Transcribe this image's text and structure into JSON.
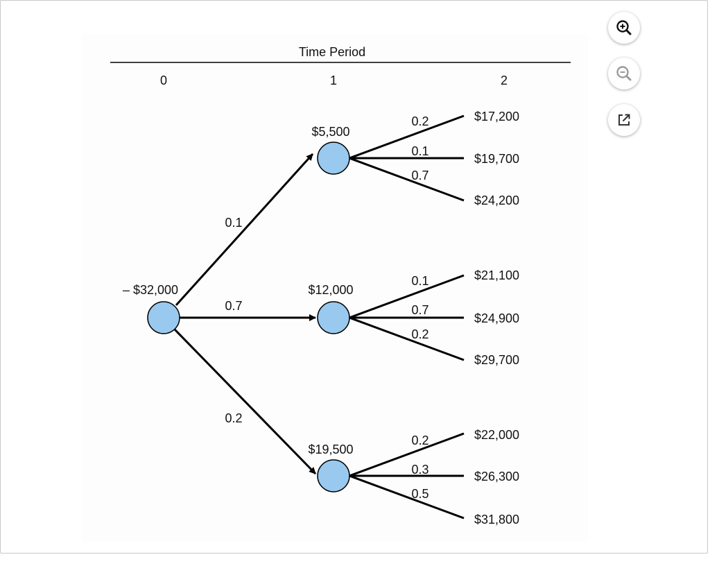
{
  "diagram": {
    "header": "Time Period",
    "periods": [
      "0",
      "1",
      "2"
    ],
    "root": {
      "value": "– $32,000"
    },
    "branches": [
      {
        "prob": "0.1",
        "value": "$5,500",
        "outcomes": [
          {
            "prob": "0.2",
            "value": "$17,200"
          },
          {
            "prob": "0.1",
            "value": "$19,700"
          },
          {
            "prob": "0.7",
            "value": "$24,200"
          }
        ]
      },
      {
        "prob": "0.7",
        "value": "$12,000",
        "outcomes": [
          {
            "prob": "0.1",
            "value": "$21,100"
          },
          {
            "prob": "0.7",
            "value": "$24,900"
          },
          {
            "prob": "0.2",
            "value": "$29,700"
          }
        ]
      },
      {
        "prob": "0.2",
        "value": "$19,500",
        "outcomes": [
          {
            "prob": "0.2",
            "value": "$22,000"
          },
          {
            "prob": "0.3",
            "value": "$26,300"
          },
          {
            "prob": "0.5",
            "value": "$31,800"
          }
        ]
      }
    ],
    "node_fill": "#99c9ef",
    "line_color": "#000000"
  },
  "toolbar": {
    "zoom_in_icon": "zoom-in-icon",
    "zoom_out_icon": "zoom-out-icon",
    "open_external_icon": "external-link-icon"
  }
}
